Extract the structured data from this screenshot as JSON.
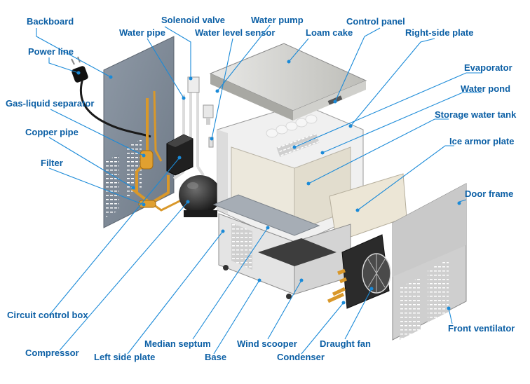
{
  "diagram": {
    "colors": {
      "label": "#0b5fa5",
      "leader": "#1a8ad8",
      "panel": "#7d8895",
      "frame": "#e6e6e6",
      "copper": "#d9982a"
    },
    "labels": {
      "backboard": "Backboard",
      "solenoid_valve": "Solenoid valve",
      "water_pump": "Water pump",
      "control_panel": "Control panel",
      "water_pipe": "Water pipe",
      "water_level_sensor": "Water level sensor",
      "loam_cake": "Loam cake",
      "right_side_plate": "Right-side plate",
      "power_line": "Power line",
      "evaporator": "Evaporator",
      "water_pond": "Water pond",
      "gas_liquid_separator": "Gas-liquid separator",
      "storage_water_tank": "Storage water tank",
      "copper_pipe": "Copper pipe",
      "ice_armor_plate": "Ice armor plate",
      "filter": "Filter",
      "door_frame": "Door frame",
      "circuit_control_box": "Circuit control box",
      "front_ventilator": "Front ventilator",
      "median_septum": "Median septum",
      "wind_scooper": "Wind scooper",
      "draught_fan": "Draught fan",
      "compressor": "Compressor",
      "left_side_plate": "Left side plate",
      "base": "Base",
      "condenser": "Condenser"
    }
  }
}
